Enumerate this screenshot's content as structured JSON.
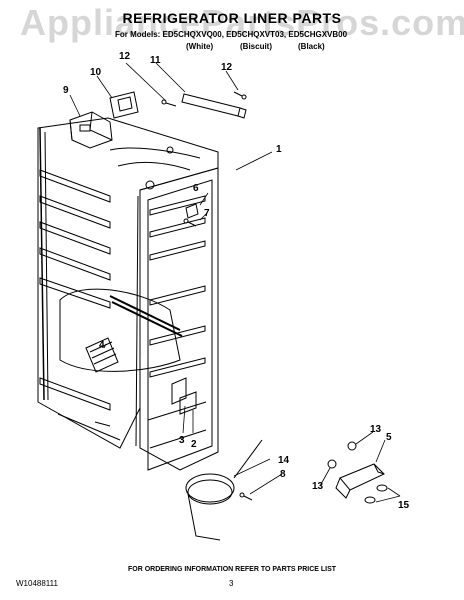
{
  "watermark": "AppliancePartsPros.com",
  "title": "REFRIGERATOR LINER PARTS",
  "models_line": "For Models: ED5CHQXVQ00, ED5CHQXVT03, ED5CHGXVB00",
  "colors": {
    "white": "(White)",
    "biscuit": "(Biscuit)",
    "black": "(Black)"
  },
  "callouts": [
    "1",
    "2",
    "3",
    "4",
    "5",
    "6",
    "7",
    "8",
    "9",
    "10",
    "11",
    "12",
    "12",
    "13",
    "13",
    "14",
    "15"
  ],
  "footer": {
    "ordering": "FOR ORDERING INFORMATION REFER TO PARTS PRICE LIST",
    "doc_number": "W10488111",
    "page": "3"
  }
}
